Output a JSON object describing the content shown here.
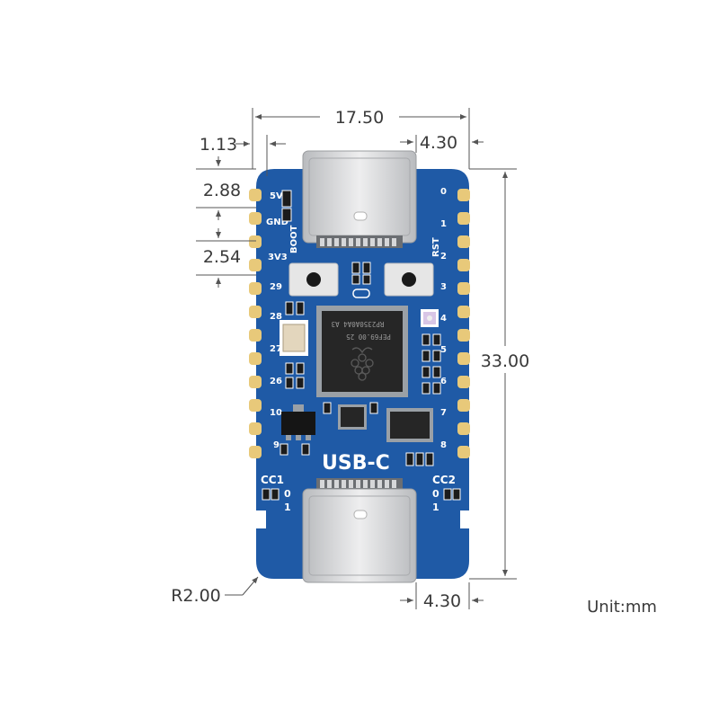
{
  "dimensions": {
    "width_label": "17.50",
    "left_offset_label": "1.13",
    "top_connector_label": "4.30",
    "pin_top_label": "2.88",
    "pin_pitch_label": "2.54",
    "height_label": "33.00",
    "radius_label": "R2.00",
    "bottom_connector_label": "4.30"
  },
  "unit_label": "Unit:mm",
  "board": {
    "center_label": "USB-C",
    "left_pins": [
      "5V",
      "GND",
      "3V3",
      "29",
      "28",
      "27",
      "26",
      "10",
      "9"
    ],
    "right_pins": [
      "0",
      "1",
      "2",
      "3",
      "4",
      "5",
      "6",
      "7",
      "8"
    ],
    "boot_label": "BOOT",
    "rst_label": "RST",
    "cc1_label": "CC1",
    "cc2_label": "CC2",
    "cc_zero": "0",
    "cc_one": "1",
    "chip_line1": "RP2350A0A4 A3",
    "chip_line2": "PEF69.00 25",
    "colors": {
      "pcb": "#1f5aa6",
      "pad": "#e8c97a",
      "connector": "#d9dadc"
    }
  }
}
